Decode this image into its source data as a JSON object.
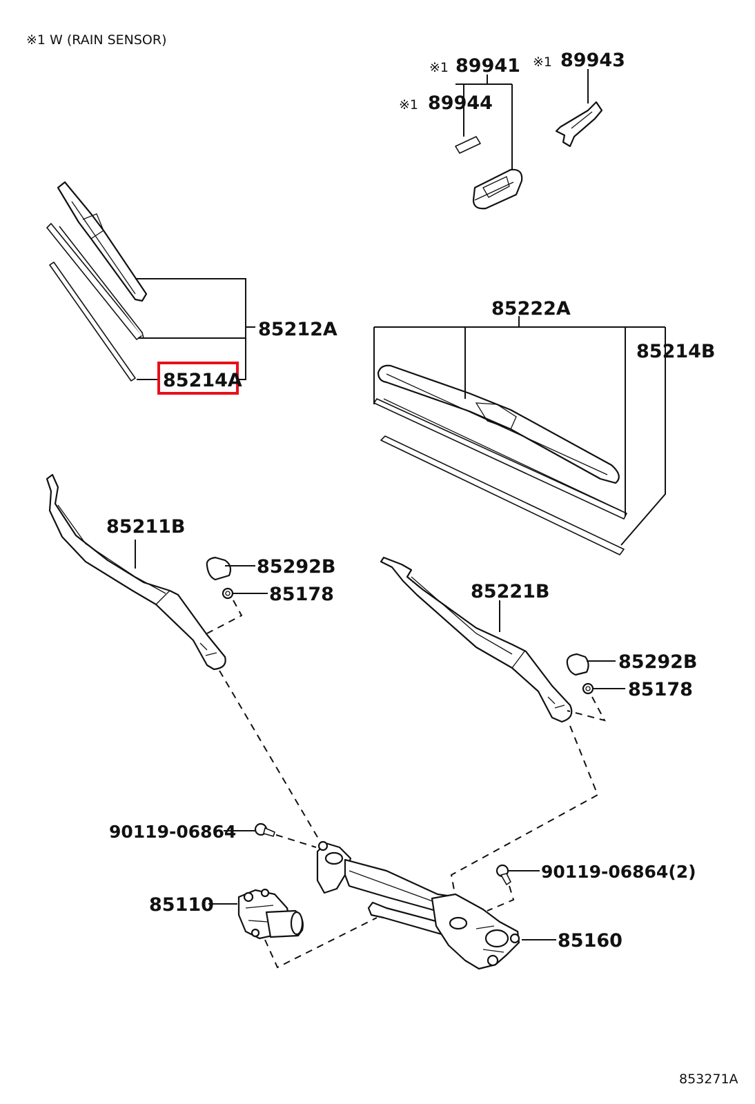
{
  "note": "※1 W (RAIN SENSOR)",
  "figure_id": "853271A",
  "colors": {
    "highlight": "#e8101a",
    "ink": "#111111"
  },
  "callouts": {
    "rain_sensor_assy": {
      "mark": "※1",
      "code": "89941"
    },
    "rain_sensor_bracket": {
      "mark": "※1",
      "code": "89943"
    },
    "rain_sensor_pad": {
      "mark": "※1",
      "code": "89944"
    },
    "front_blade_rh": "85212A",
    "front_blade_rubber_rh": "85214A",
    "front_blade_lh": "85222A",
    "front_blade_rubber_lh": "85214B",
    "front_arm_rh": "85211B",
    "cap_rh": "85292B",
    "nut_rh": "85178",
    "front_arm_lh": "85221B",
    "cap_lh": "85292B",
    "nut_lh": "85178",
    "bolt_left": "90119-06864",
    "bolt_right": "90119-06864(2)",
    "motor": "85110",
    "link": "85160"
  },
  "highlighted": "85214A"
}
